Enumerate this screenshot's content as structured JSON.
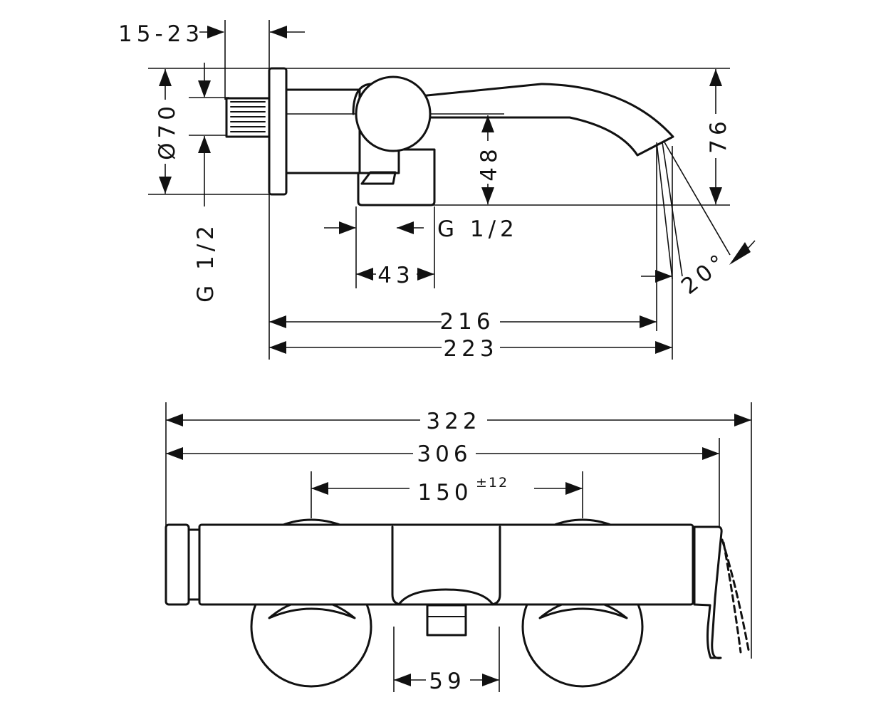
{
  "dimensions": {
    "offset_range": "15-23",
    "diameter": "Ø70",
    "left_thread": "G 1/2",
    "height_outlet": "48",
    "total_height": "76",
    "outlet_thread": "G 1/2",
    "outlet_width": "43",
    "spout_angle": "20°",
    "projection": "216",
    "projection_total": "223",
    "overall_width": "322",
    "body_width": "306",
    "centers": "150",
    "centers_tolerance": "±12",
    "outlet_spacing": "59"
  }
}
